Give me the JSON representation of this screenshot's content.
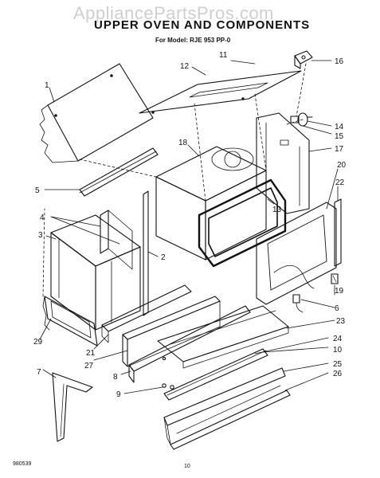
{
  "watermark": "AppliancePartsPros.com",
  "title": "UPPER OVEN AND COMPONENTS",
  "model": "For Model: RJE 953 PP-0",
  "catalog_number": "980539",
  "page_number": "10",
  "callouts": [
    "1",
    "2",
    "3",
    "4",
    "5",
    "6",
    "7",
    "8",
    "9",
    "10",
    "11",
    "12",
    "13",
    "14",
    "15",
    "16",
    "17",
    "18",
    "19",
    "20",
    "21",
    "22",
    "23",
    "24",
    "25",
    "26",
    "27",
    "29"
  ]
}
